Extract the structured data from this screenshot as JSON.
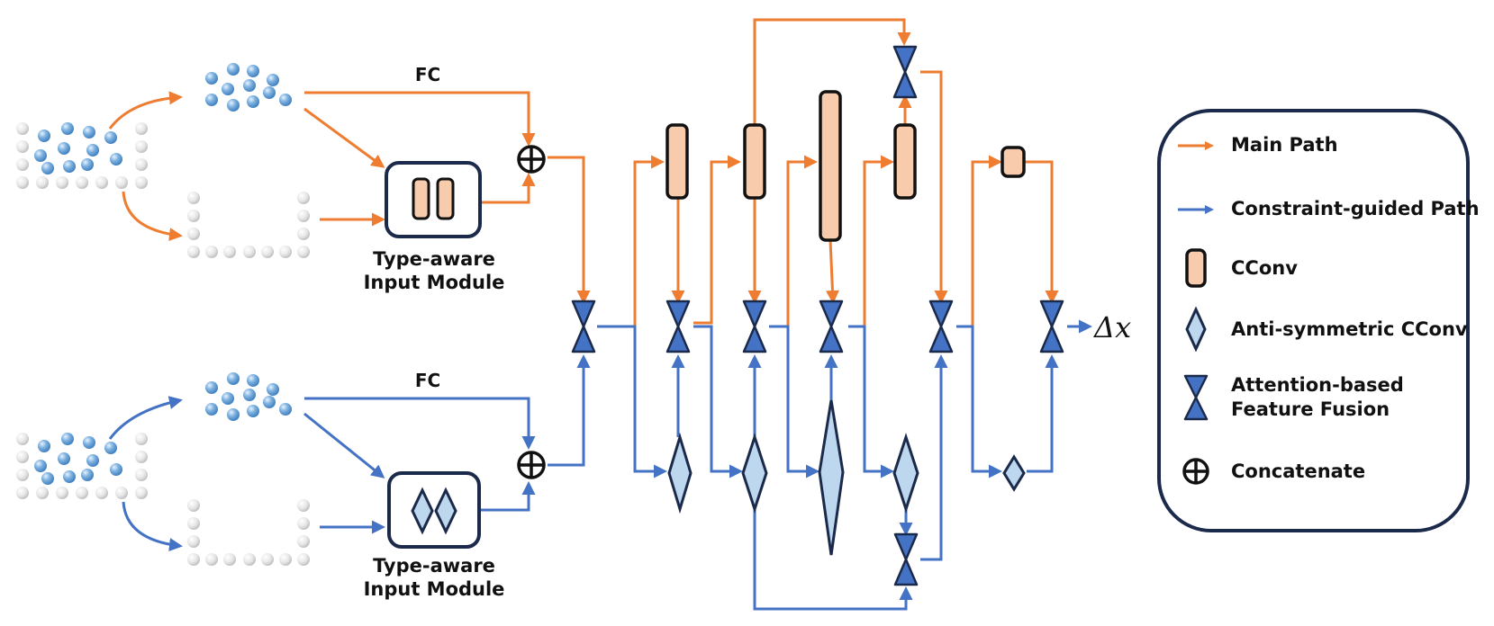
{
  "colors": {
    "main_path": "#ee7d31",
    "constraint_path": "#4472c4",
    "cconv_fill": "#f8cbad",
    "diamond_fill": "#bdd7ee",
    "fusion_fill": "#4472c4",
    "box_border": "#1b2a4a",
    "atom_blue": "#5b9bd5",
    "atom_grey": "#d9d9d9"
  },
  "top_branch": {
    "fc_label": "FC",
    "module_label_line1": "Type-aware",
    "module_label_line2": "Input Module",
    "module_symbol": "cconv-pair-icon"
  },
  "bottom_branch": {
    "fc_label": "FC",
    "module_label_line1": "Type-aware",
    "module_label_line2": "Input Module",
    "module_symbol": "anti-symmetric-pair-icon"
  },
  "output_label": "Δx",
  "legend": {
    "items": [
      {
        "icon": "orange-arrow-icon",
        "label": "Main Path"
      },
      {
        "icon": "blue-arrow-icon",
        "label": "Constraint-guided Path"
      },
      {
        "icon": "cconv-icon",
        "label": "CConv"
      },
      {
        "icon": "diamond-icon",
        "label": "Anti-symmetric CConv"
      },
      {
        "icon": "bowtie-icon",
        "label_line1": "Attention-based",
        "label_line2": "Feature Fusion"
      },
      {
        "icon": "oplus-icon",
        "label": "Concatenate"
      }
    ]
  }
}
